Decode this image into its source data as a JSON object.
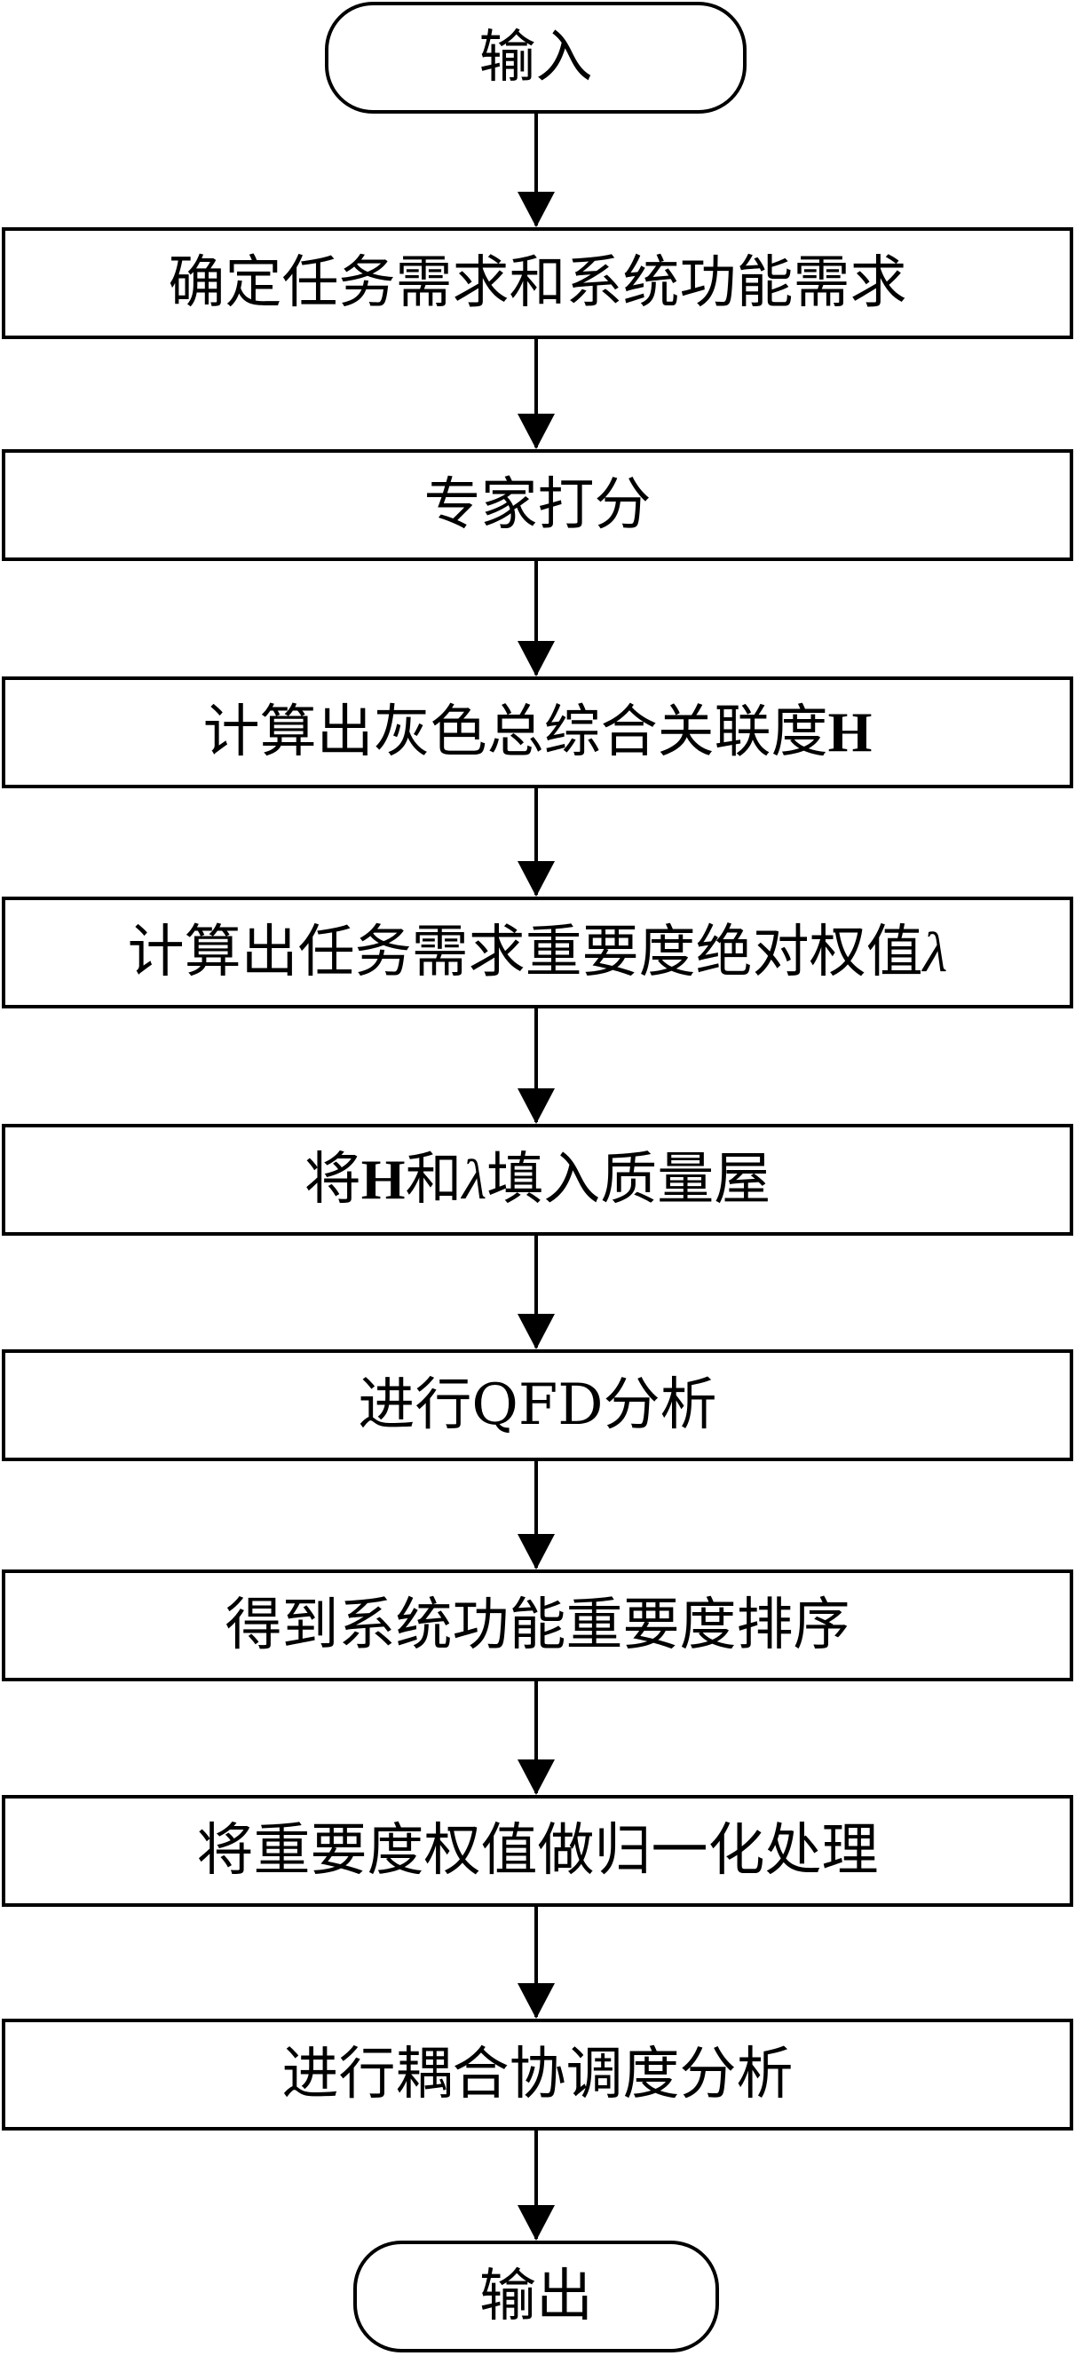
{
  "flowchart": {
    "start": "输入",
    "steps": [
      {
        "text": "确定任务需求和系统功能需求"
      },
      {
        "text": "专家打分"
      },
      {
        "pre": "计算出灰色总综合关联度",
        "h": "H"
      },
      {
        "pre": "计算出任务需求重要度绝对权值",
        "lambda": "λ"
      },
      {
        "pre": "将",
        "h": "H",
        "mid": "和",
        "lambda": "λ",
        "post": "填入质量屋"
      },
      {
        "text": "进行QFD分析"
      },
      {
        "text": "得到系统功能重要度排序"
      },
      {
        "text": "将重要度权值做归一化处理"
      },
      {
        "text": "进行耦合协调度分析"
      }
    ],
    "end": "输出"
  }
}
